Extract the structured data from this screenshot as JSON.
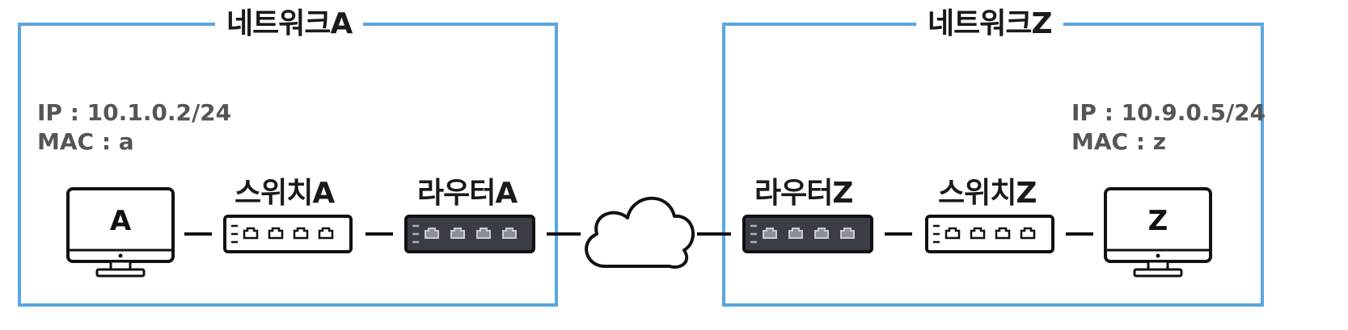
{
  "networks": [
    {
      "title": "네트워크A"
    },
    {
      "title": "네트워크Z"
    }
  ],
  "hosts": [
    {
      "label": "A",
      "ip": "IP : 10.1.0.2/24",
      "mac": "MAC : a"
    },
    {
      "label": "Z",
      "ip": "IP : 10.9.0.5/24",
      "mac": "MAC : z"
    }
  ],
  "switches": [
    {
      "label": "스위치A"
    },
    {
      "label": "스위치Z"
    }
  ],
  "routers": [
    {
      "label": "라우터A"
    },
    {
      "label": "라우터Z"
    }
  ],
  "colors": {
    "network_border": "#5aa6e0",
    "router_fill": "#3a3d45",
    "switch_fill": "#ffffff"
  },
  "icons": [
    "monitor-icon",
    "switch-icon",
    "router-icon",
    "cloud-icon"
  ]
}
